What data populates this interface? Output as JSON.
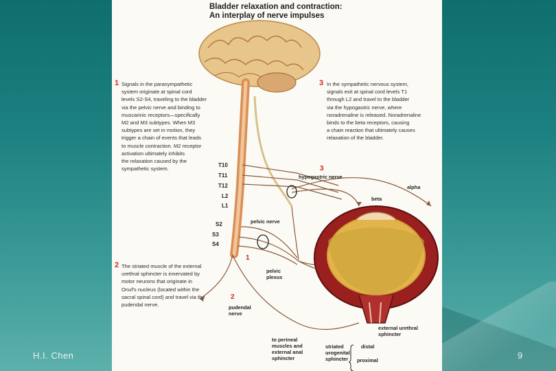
{
  "footer": {
    "author": "H.I. Chen",
    "page": "9"
  },
  "figure": {
    "title_line1": "Bladder relaxation and contraction:",
    "title_line2": "An interplay of nerve impulses",
    "paragraphs": [
      {
        "num": "1",
        "text": "Signals in the parasympathetic\nsystem originate at spinal cord\nlevels S2-S4, traveling to the bladder\nvia the pelvic nerve and binding to\nmuscarinic receptors—specifically\nM2 and M3 subtypes. When M3\nsubtypes are set in motion, they\ntrigger a chain of events that leads\nto muscle contraction. M2 receptor\nactivation ultimately inhibits\nthe relaxation caused by the\nsympathetic system."
      },
      {
        "num": "2",
        "text": "The striated muscle of the external\nurethral sphincter is innervated by\nmotor neurons that originate in\nOnuf's nucleus (located within the\nsacral spinal cord) and travel via the\npudendal nerve."
      },
      {
        "num": "3",
        "text": "In the sympathetic nervous system,\nsignals exit at spinal cord levels T1\nthrough L2 and travel to the bladder\nvia the hypogastric nerve, where\nnoradrenaline is released. Noradrenaline\nbinds to the beta receptors, causing\na chain reaction that ultimately causes\nrelaxation of the bladder."
      }
    ],
    "spinal_levels": [
      "T10",
      "T11",
      "T12",
      "L2",
      "L1",
      "S2",
      "S3",
      "S4"
    ],
    "labels": {
      "hypogastric": "hypogastric nerve",
      "alpha": "alpha",
      "beta": "beta",
      "pelvic_nerve": "pelvic nerve",
      "pelvic_plexus": "pelvic\nplexus",
      "pudendal": "pudendal\nnerve",
      "ext_sphincter": "external urethral\nsphincter",
      "perineal": "to perineal\nmuscles and\nexternal anal\nsphincter",
      "striated": "striated\nurogenital\nsphincter",
      "distal": "distal",
      "proximal": "proximal"
    },
    "markers": {
      "one": "1",
      "two": "2",
      "three": "3"
    }
  }
}
